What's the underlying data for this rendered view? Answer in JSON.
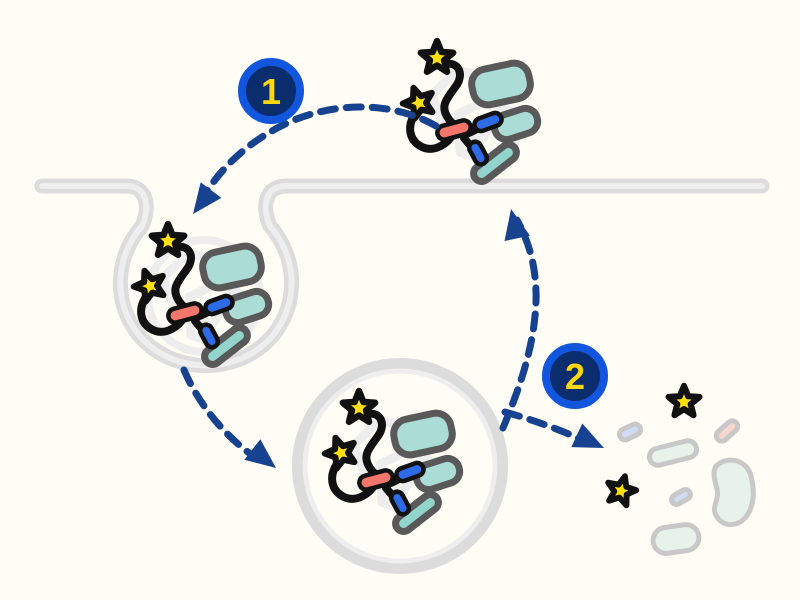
{
  "diagram": {
    "type": "cell-internalization-process-diagram",
    "background": "#fffdf5",
    "badges": [
      {
        "id": "step-1",
        "label": "1"
      },
      {
        "id": "step-2",
        "label": "2"
      }
    ],
    "elements": [
      "cell-membrane",
      "endocytic-pit",
      "endosome-vesicle",
      "ligand-complex-extracellular",
      "ligand-complex-in-pit",
      "ligand-complex-in-endosome",
      "degraded-fragments",
      "internalization-arrow",
      "trafficking-arrow",
      "degradation-arrow",
      "recycling-arrow"
    ],
    "colors": {
      "background": "#fffdf5",
      "membrane": "#dcdcdc",
      "membrane_highlight": "#eeeeee",
      "arrow": "#16428f",
      "badge_ring": "#1156dd",
      "badge_fill": "#0c2d6d",
      "badge_text": "#ffd60a",
      "star": "#ffdf0e",
      "outline": "#111111",
      "pill_red": "#f4766b",
      "pill_blue": "#2e6be6",
      "blob_teal": "#abdcd6",
      "blob_teal_dark": "#93d4cd",
      "blob_outline": "#595959",
      "ghost": "#ededed",
      "fragment_outline": "#c8c8c8",
      "fragment_mint": "#e6f2ea",
      "fragment_blue": "#cfdcf3",
      "fragment_pink": "#f8d6ce"
    }
  }
}
